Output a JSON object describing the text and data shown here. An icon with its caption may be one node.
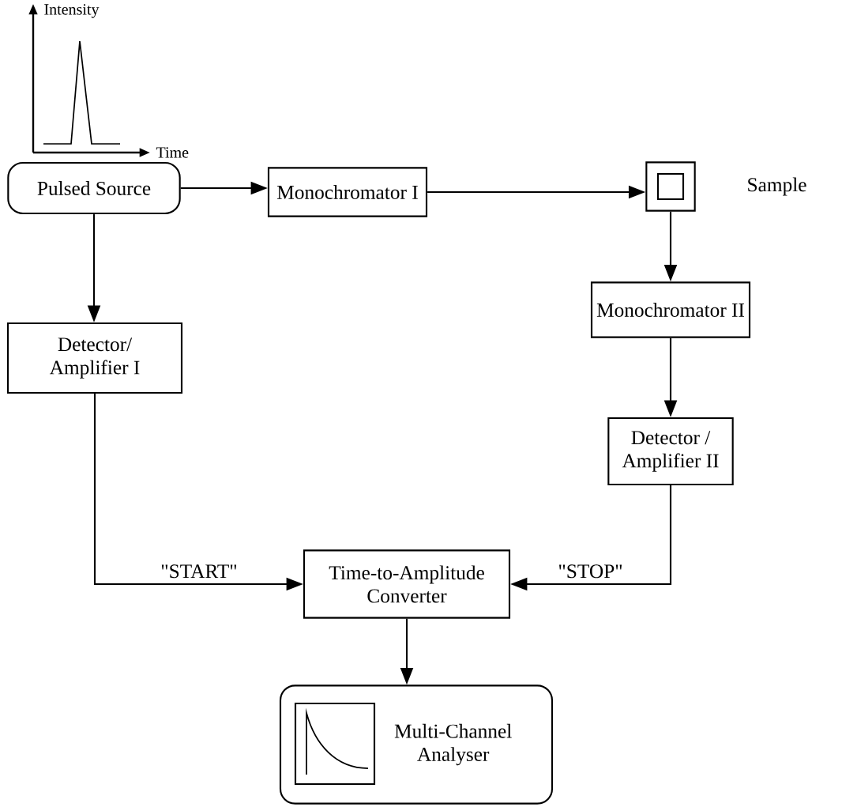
{
  "diagram": {
    "nodes": [
      {
        "text": [
          "Pulsed Source"
        ]
      },
      {
        "text": [
          "Monochromator I"
        ]
      },
      {
        "text": [],
        "shape": "box",
        "beside": [
          "Sample"
        ]
      },
      {
        "text": [
          "Monochromator II"
        ]
      },
      {
        "text": [
          "Detector/ Amplifier I"
        ]
      },
      {
        "text": [
          "Detector / Amplifier II"
        ]
      },
      {
        "text": [
          "Time-to-Amplitude Converter"
        ]
      },
      {
        "text": [
          "Multi-Channel Analyser"
        ]
      }
    ],
    "edges": [
      {
        "from": 0,
        "to": 1,
        "arrow": "to"
      },
      {
        "from": 1,
        "to": 2,
        "arrow": "to"
      },
      {
        "from": 0,
        "to": 4,
        "arrow": "to"
      },
      {
        "from": 2,
        "to": 3,
        "arrow": "to"
      },
      {
        "from": 3,
        "to": 5,
        "arrow": "to"
      },
      {
        "from": 4,
        "to": 6,
        "arrow": "to",
        "label": "\"START\""
      },
      {
        "from": 5,
        "to": 6,
        "arrow": "to",
        "label": "\"STOP\""
      },
      {
        "from": 6,
        "to": 7,
        "arrow": "to"
      }
    ],
    "labels": [
      "Intensity",
      "Time"
    ]
  }
}
